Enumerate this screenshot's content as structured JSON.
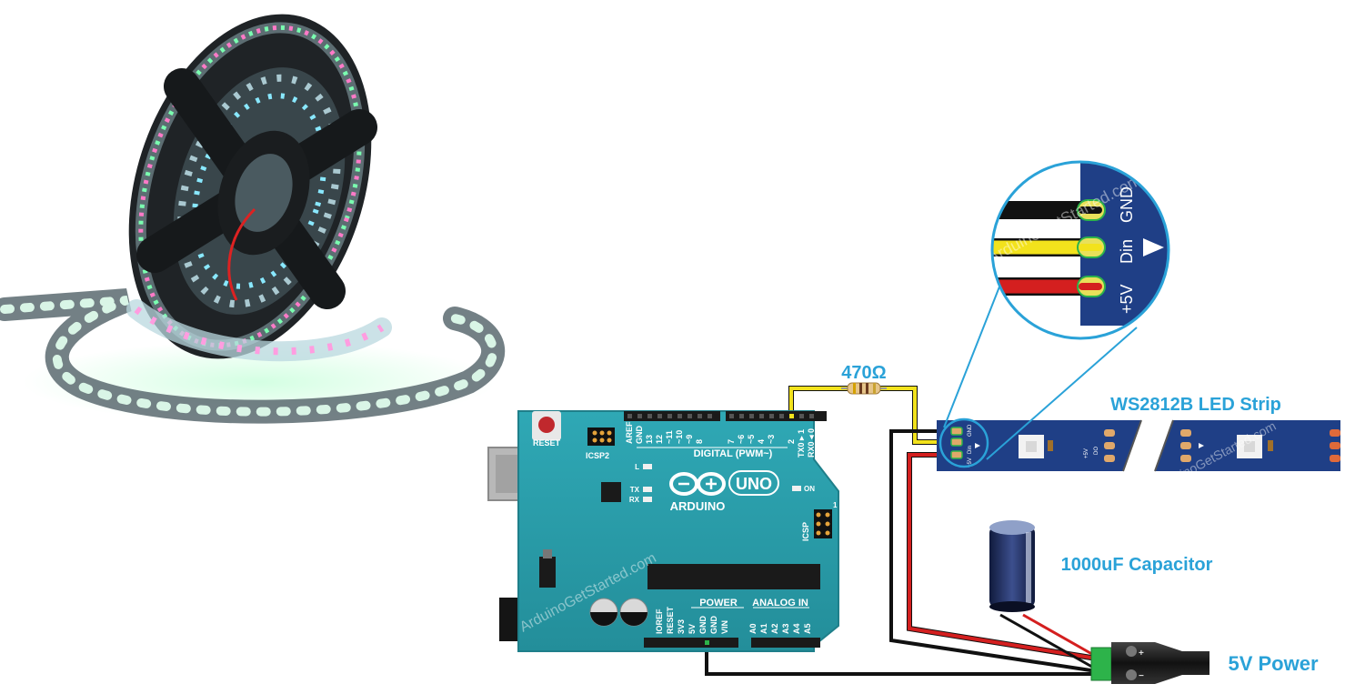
{
  "labels": {
    "resistor": "470Ω",
    "strip": "WS2812B LED Strip",
    "capacitor": "1000uF Capacitor",
    "power": "5V Power"
  },
  "board": {
    "reset": "RESET",
    "icsp2": "ICSP2",
    "aref": "AREF",
    "gnd": "GND",
    "digital": "DIGITAL (PWM~)",
    "digital_pins": [
      "13",
      "12",
      "~11",
      "~10",
      "~9",
      "8",
      "7",
      "~6",
      "~5",
      "4",
      "~3",
      "2"
    ],
    "tx0": "TX0 ▸ 1",
    "rx0": "RX0 ◂ 0",
    "led_l": "L",
    "led_tx": "TX",
    "led_rx": "RX",
    "on": "ON",
    "uno": "UNO",
    "brand": "ARDUINO",
    "icsp": "ICSP",
    "icsp_one": "1",
    "power": "POWER",
    "analog": "ANALOG IN",
    "power_pins": [
      "IOREF",
      "RESET",
      "3V3",
      "5V",
      "GND",
      "GND",
      "VIN"
    ],
    "analog_pins": [
      "A0",
      "A1",
      "A2",
      "A3",
      "A4",
      "A5"
    ]
  },
  "zoom": {
    "gnd": "GND",
    "din": "Din",
    "v5": "+5V"
  },
  "strip_pads": {
    "v5": "+5V",
    "din": "Din",
    "gnd": "GND",
    "dout": "DO"
  },
  "watermark": "ArduinoGetStarted.com",
  "colors": {
    "board": "#2a9dab",
    "strip": "#1f3f86",
    "wire_yellow": "#f2e21c",
    "wire_red": "#d41f1f",
    "wire_black": "#111111",
    "label_blue": "#2aa2d8",
    "terminal_green": "#2db34a"
  }
}
